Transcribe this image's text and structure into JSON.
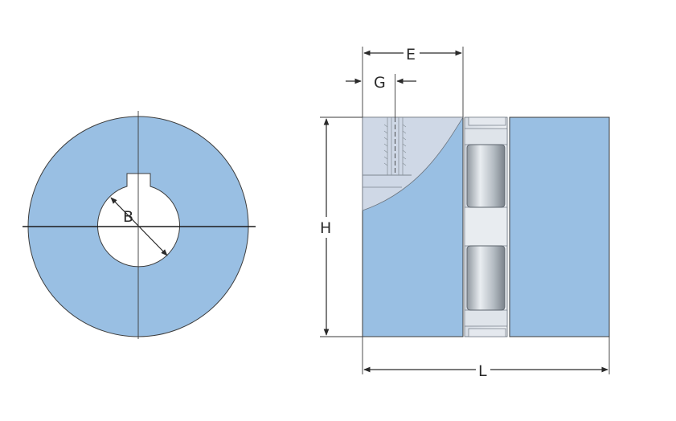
{
  "labels": {
    "bore": "B",
    "length_E": "E",
    "length_G": "G",
    "height": "H",
    "overall_length": "L"
  },
  "colors": {
    "body_fill": "#99bfe3",
    "cutaway_fill": "#cfd8e6",
    "roller_fill": "#b9c0c7",
    "line": "#2a2a2a"
  }
}
